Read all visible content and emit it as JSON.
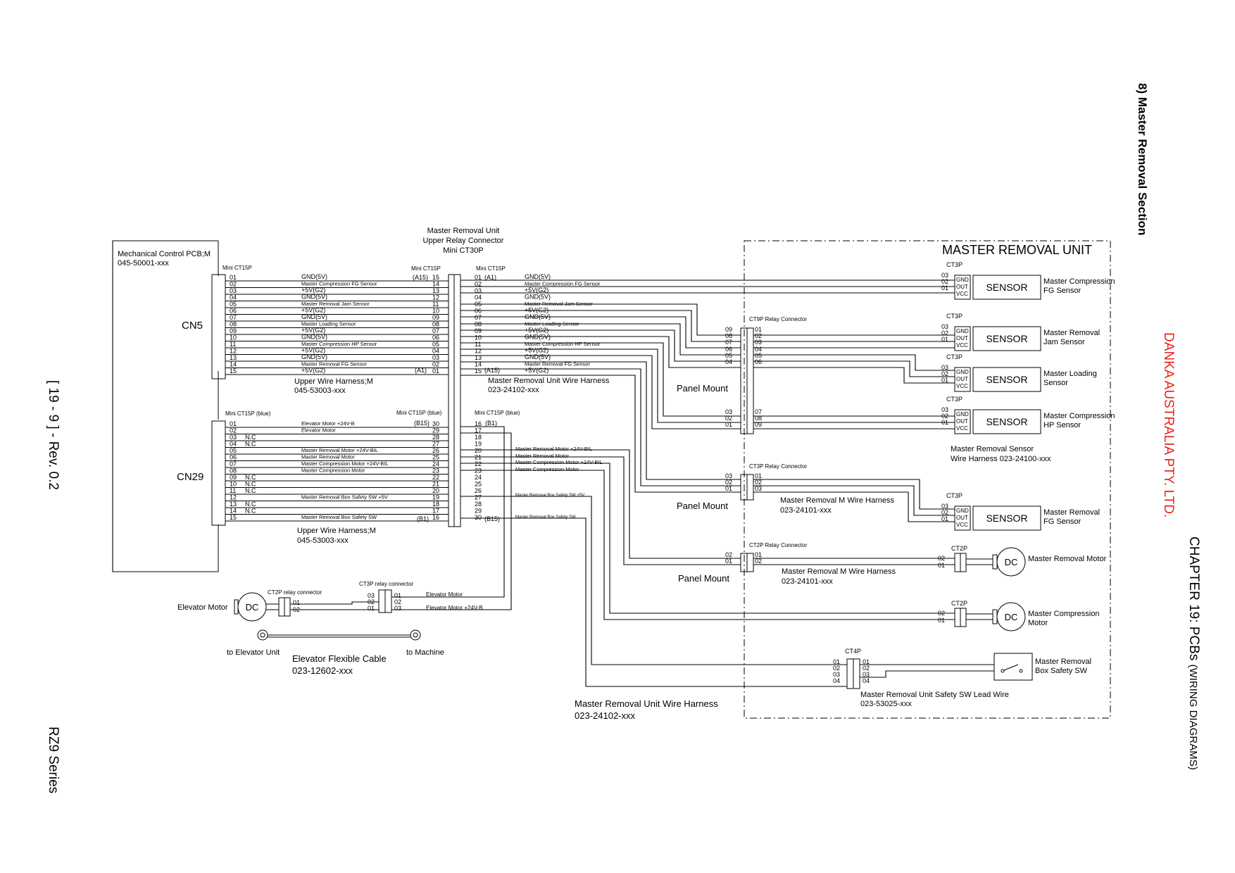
{
  "page": {
    "section": "8)  Master Removal Section",
    "company": "DANKA AUSTRALIA PTY. LTD.",
    "chapter_main": "CHAPTER 19:  PCBs ",
    "chapter_sub": "(WIRING DIAGRAMS)",
    "page_ref": "[ 19 - 9 ] - Rev. 0.2",
    "series": "RZ9 Series",
    "company_color": "#e8231e"
  },
  "pcb": {
    "title": "Mechanical Control PCB;M",
    "part": "045-50001-xxx",
    "cn5": "CN5",
    "cn29": "CN29"
  },
  "relay": {
    "l1": "Master Removal Unit",
    "l2": "Upper Relay Connector",
    "l3": "Mini CT30P"
  },
  "labels": {
    "mini15": "Mini CT15P",
    "mini15_blue": "Mini CT15P (blue)",
    "upper_harness": "Upper Wire Harness;M",
    "upper_harness_part": "045-53003-xxx",
    "unit_harness": "Master Removal Unit Wire Harness",
    "unit_harness_part": "023-24102-xxx",
    "panel_mount": "Panel Mount",
    "unit_title": "MASTER REMOVAL UNIT",
    "ct3p": "CT3P",
    "ct2p": "CT2P",
    "ct4p": "CT4P",
    "ct9p_relay": "CT9P Relay Connector",
    "ct3p_relay": "CT3P Relay Connector",
    "ct2p_relay": "CT2P Relay Connector",
    "ct3p_relay_lower": "CT3P relay connector",
    "ct2p_relay_lower": "CT2P relay connector",
    "sensor": "SENSOR",
    "gnd": "GND",
    "out": "OUT",
    "vcc": "VCC",
    "dc": "DC",
    "nc": "N.C",
    "a15": "(A15)",
    "a1": "(A1)",
    "b15": "(B15)",
    "b1": "(B1)",
    "a1r": "(A1)",
    "a15r": "(A15)",
    "b1r": "(B1)",
    "b15r": "(B15)",
    "sensor_harness": "Master Removal Sensor",
    "sensor_harness_part": "Wire Harness  023-24100-xxx",
    "m_harness": "Master Removal M Wire Harness",
    "m_harness_part": "023-24101-xxx",
    "safety_lead": "Master Removal Unit Safety SW Lead Wire",
    "safety_lead_part": "023-53025-xxx",
    "elevator_motor": "Elevator Motor",
    "flex_cable": "Elevator Flexible Cable",
    "flex_cable_part": "023-12602-xxx",
    "to_elevator": "to Elevator Unit",
    "to_machine": "to Machine",
    "em_wire": "Elevator Motor",
    "em_wire_24v": "Elevator Motor +24V-B"
  },
  "signals_top": [
    "GND(5V)",
    "Master Compression FG Sensor",
    "+5V(G2)",
    "GND(5V)",
    "Master Removal Jam Sensor",
    "+5V(G2)",
    "GND(5V)",
    "Master Loading Sensor",
    "+5V(G2)",
    "GND(5V)",
    "Master Compression HP Sensor",
    "+5V(G2)",
    "GND(5V)",
    "Master Removal FG Sensor",
    "+5V(G2)"
  ],
  "signals_bottom": [
    "Elevator Motor +24V-B",
    "Elevator Motor",
    "",
    "",
    "Master Removal Motor +24V-BIL",
    "Master Removal Motor",
    "Master Compression Motor +24V-BIL",
    "Master Compression Motor",
    "",
    "",
    "",
    "Master Removal Box Safety SW +5V",
    "",
    "",
    "Master Removal Box Safety SW"
  ],
  "pins15": [
    "01",
    "02",
    "03",
    "04",
    "05",
    "06",
    "07",
    "08",
    "09",
    "10",
    "11",
    "12",
    "13",
    "14",
    "15"
  ],
  "pins15_rev": [
    "15",
    "14",
    "13",
    "12",
    "11",
    "10",
    "09",
    "08",
    "07",
    "06",
    "05",
    "04",
    "03",
    "02",
    "01"
  ],
  "pins30_rev": [
    "30",
    "29",
    "28",
    "27",
    "26",
    "25",
    "24",
    "23",
    "22",
    "21",
    "20",
    "19",
    "18",
    "17",
    "16"
  ],
  "pins30_fwd": [
    "16",
    "17",
    "18",
    "19",
    "20",
    "21",
    "22",
    "23",
    "24",
    "25",
    "26",
    "27",
    "28",
    "29",
    "30"
  ],
  "pins_ct9": [
    "09",
    "08",
    "07",
    "06",
    "05",
    "04",
    "03",
    "02",
    "01"
  ],
  "pins_ct9_r": [
    "01",
    "02",
    "03",
    "04",
    "05",
    "06",
    "07",
    "08",
    "09"
  ],
  "pins3": [
    "03",
    "02",
    "01"
  ],
  "pins3_r": [
    "01",
    "02",
    "03"
  ],
  "pins2": [
    "02",
    "01"
  ],
  "pins2_r": [
    "01",
    "02"
  ],
  "pins4": [
    "01",
    "02",
    "03",
    "04"
  ],
  "sensors": [
    {
      "name1": "Master Compression",
      "name2": "FG Sensor"
    },
    {
      "name1": "Master Removal",
      "name2": "Jam Sensor"
    },
    {
      "name1": "Master Loading",
      "name2": "Sensor"
    },
    {
      "name1": "Master Compression",
      "name2": "HP Sensor"
    },
    {
      "name1": "Master Removal",
      "name2": "FG Sensor"
    }
  ],
  "motors": [
    {
      "name1": "Master Removal Motor",
      "name2": ""
    },
    {
      "name1": "Master Compression",
      "name2": "Motor"
    }
  ],
  "switch": {
    "name1": "Master Removal",
    "name2": "Box Safety SW"
  }
}
